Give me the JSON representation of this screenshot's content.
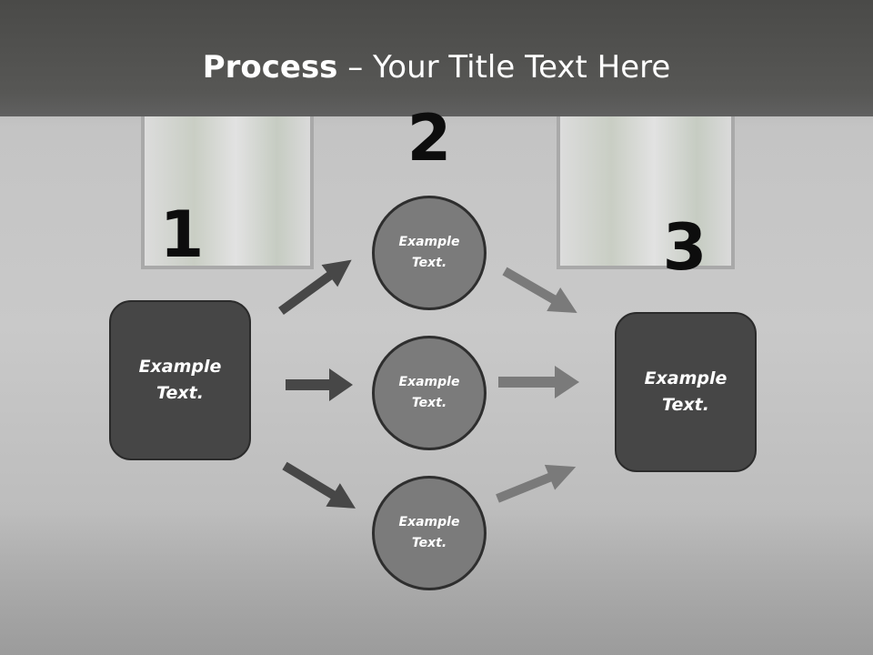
{
  "title": {
    "bold": "Process",
    "rest": " – Your Title Text Here"
  },
  "steps": {
    "one": "1",
    "two": "2",
    "three": "3"
  },
  "left_box": {
    "text": "Example Text."
  },
  "right_box": {
    "text": "Example Text."
  },
  "circles": [
    {
      "text": "Example Text."
    },
    {
      "text": "Example Text."
    },
    {
      "text": "Example Text."
    }
  ],
  "colors": {
    "dark_arrow": "#474747",
    "light_arrow": "#7a7a7a",
    "box_fill": "#464646",
    "circle_fill": "#7b7b7b"
  }
}
